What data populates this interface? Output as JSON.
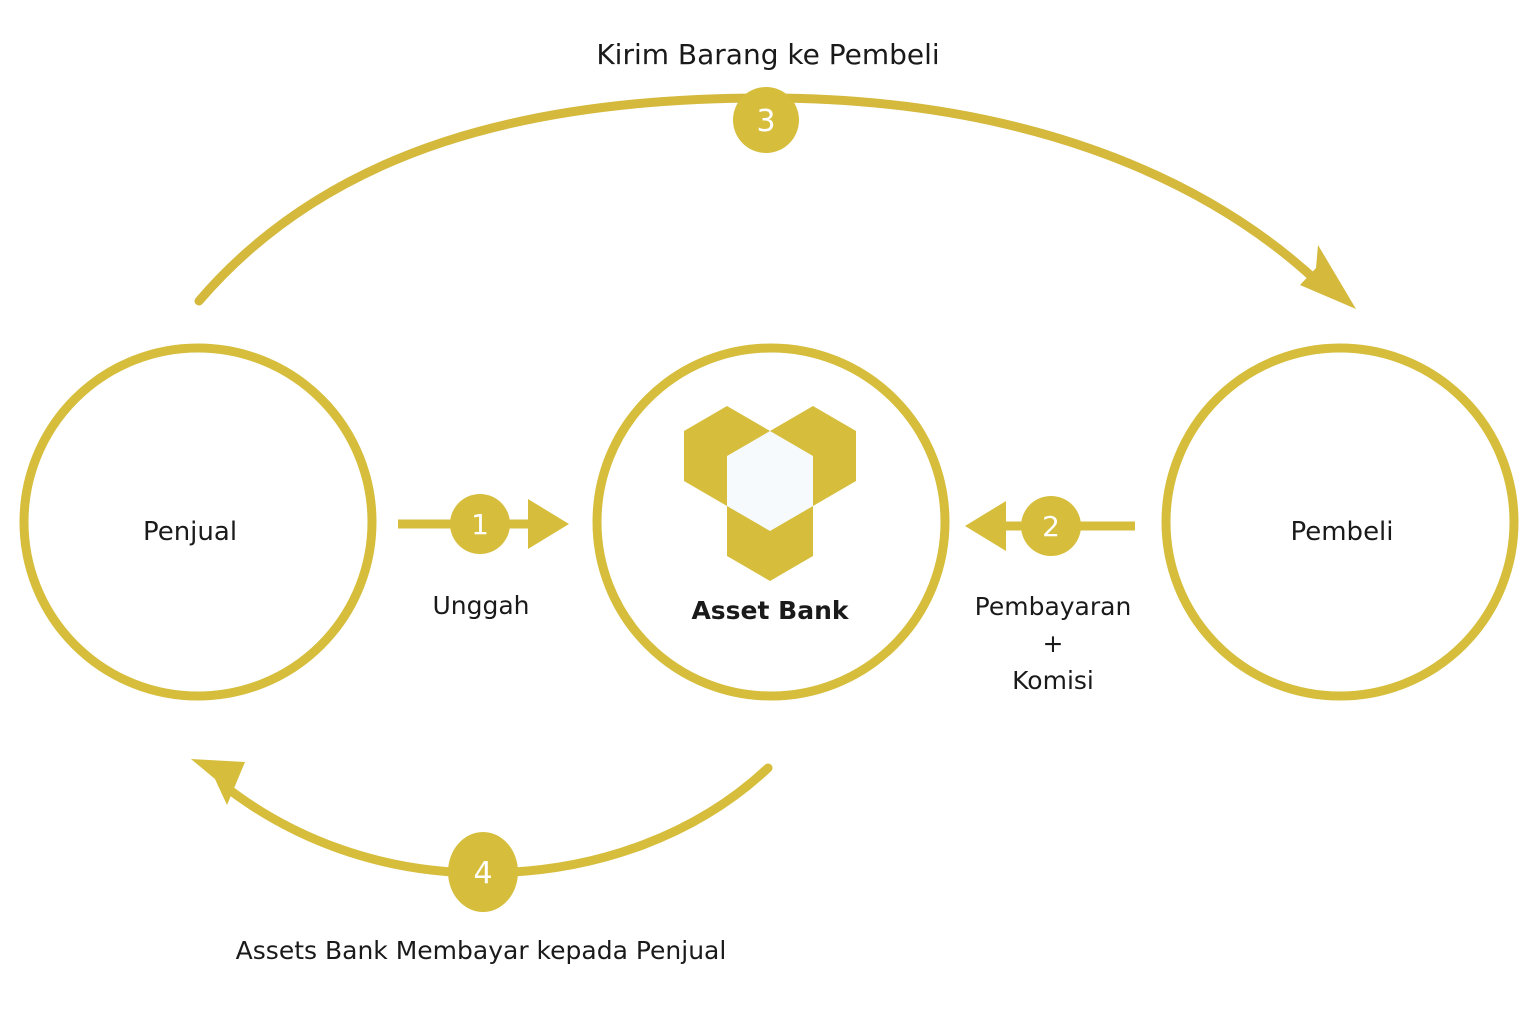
{
  "diagram": {
    "title": "Kirim Barang ke Pembeli",
    "bottom_caption": "Assets Bank Membayar kepada Penjual",
    "colors": {
      "gold": "#D6BE3C",
      "gold_deep": "#D4B93C",
      "logo_inner": "#F7FAFC",
      "text": "#1a1a1a",
      "badge_text": "#ffffff",
      "background": "#ffffff"
    },
    "nodes": [
      {
        "id": "penjual",
        "label": "Penjual",
        "role": "seller"
      },
      {
        "id": "asset-bank",
        "label": "Asset Bank",
        "role": "escrow",
        "logo": "hexagon-trio-logo"
      },
      {
        "id": "pembeli",
        "label": "Pembeli",
        "role": "buyer"
      }
    ],
    "steps": [
      {
        "number": "1",
        "label": "Unggah",
        "from": "Penjual",
        "to": "Asset Bank",
        "direction": "right"
      },
      {
        "number": "2",
        "label": "Pembayaran\n+\nKomisi",
        "label_lines": [
          "Pembayaran",
          "+",
          "Komisi"
        ],
        "from": "Pembeli",
        "to": "Asset Bank",
        "direction": "left"
      },
      {
        "number": "3",
        "label": "Kirim Barang ke Pembeli",
        "from": "Penjual",
        "to": "Pembeli",
        "direction": "arc-top-right"
      },
      {
        "number": "4",
        "label": "Assets Bank Membayar kepada Penjual",
        "from": "Asset Bank",
        "to": "Penjual",
        "direction": "arc-bottom-left"
      }
    ],
    "step2_line1": "Pembayaran",
    "step2_line2": "+",
    "step2_line3": "Komisi"
  }
}
